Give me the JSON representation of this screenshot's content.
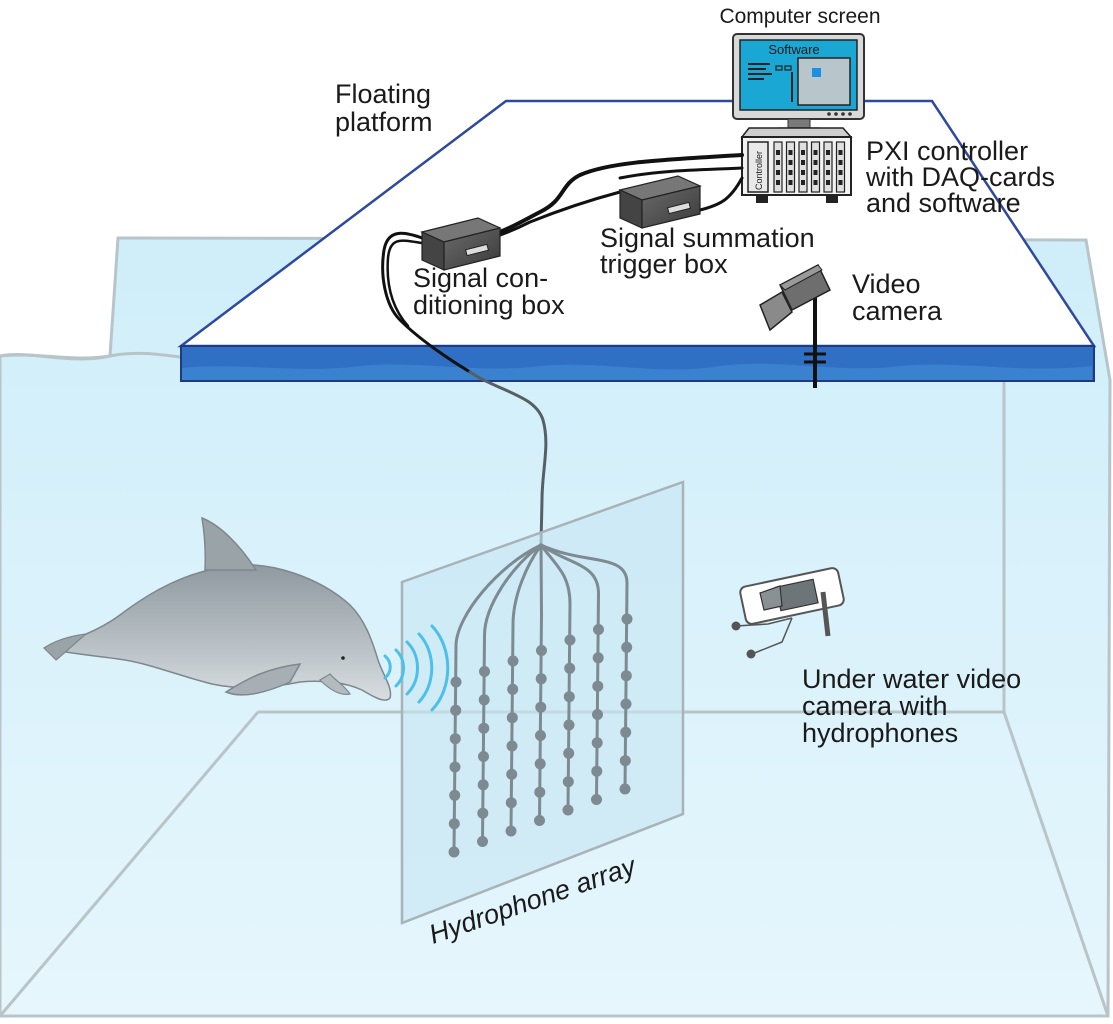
{
  "labels": {
    "computer_screen": "Computer screen",
    "software": "Software",
    "floating_platform": [
      "Floating",
      "platform"
    ],
    "pxi_controller": [
      "PXI controller",
      "with DAQ-cards",
      "and software"
    ],
    "controller": "Controller",
    "signal_summation": [
      "Signal summation",
      "trigger box"
    ],
    "signal_conditioning": [
      "Signal con-",
      "ditioning box"
    ],
    "video_camera": [
      "Video",
      "camera"
    ],
    "underwater_camera": [
      "Under water video",
      "camera with",
      "hydrophones"
    ],
    "hydrophone_array": "Hydrophone array"
  },
  "hydrophone_grid": {
    "columns": 7,
    "rows": 7
  },
  "colors": {
    "water": "#dff3fb",
    "water_edge": "#b9c4c9",
    "platform_edge": "#2e4a9e",
    "platform_band": "#2f6fc4",
    "screen": "#1ba7d3",
    "cable": "#111111",
    "hydrophone": "#7d8a91",
    "sonar_wave": "#4cc0e8",
    "dolphin": "#aeb7bd"
  }
}
